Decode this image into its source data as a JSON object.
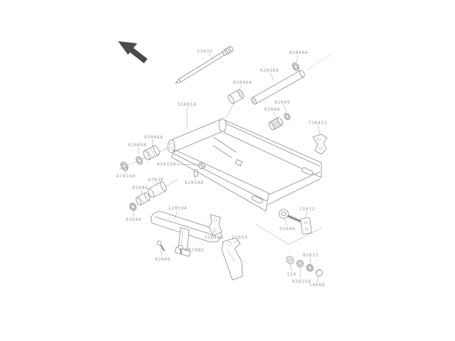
{
  "page": {
    "title": "Swingarm exploded parts diagram",
    "colors": {
      "background": "#ffffff",
      "line": "#8a8a8a",
      "label_text": "#9a9a9a",
      "arrow": "#4a4a4a"
    }
  },
  "diagram": {
    "type": "exploded-parts-diagram",
    "direction_arrow": "up-left",
    "parts": [
      "33032",
      "92049A",
      "42036A",
      "92046A",
      "92049",
      "92046",
      "33001A",
      "730451",
      "92046A",
      "92049A",
      "920150",
      "470150",
      "47038",
      "92046",
      "92049",
      "12053A",
      "33040A",
      "12053",
      "92009",
      "670B2",
      "920108",
      "11012",
      "33040",
      "92015",
      "110",
      "920154",
      "14069"
    ]
  }
}
